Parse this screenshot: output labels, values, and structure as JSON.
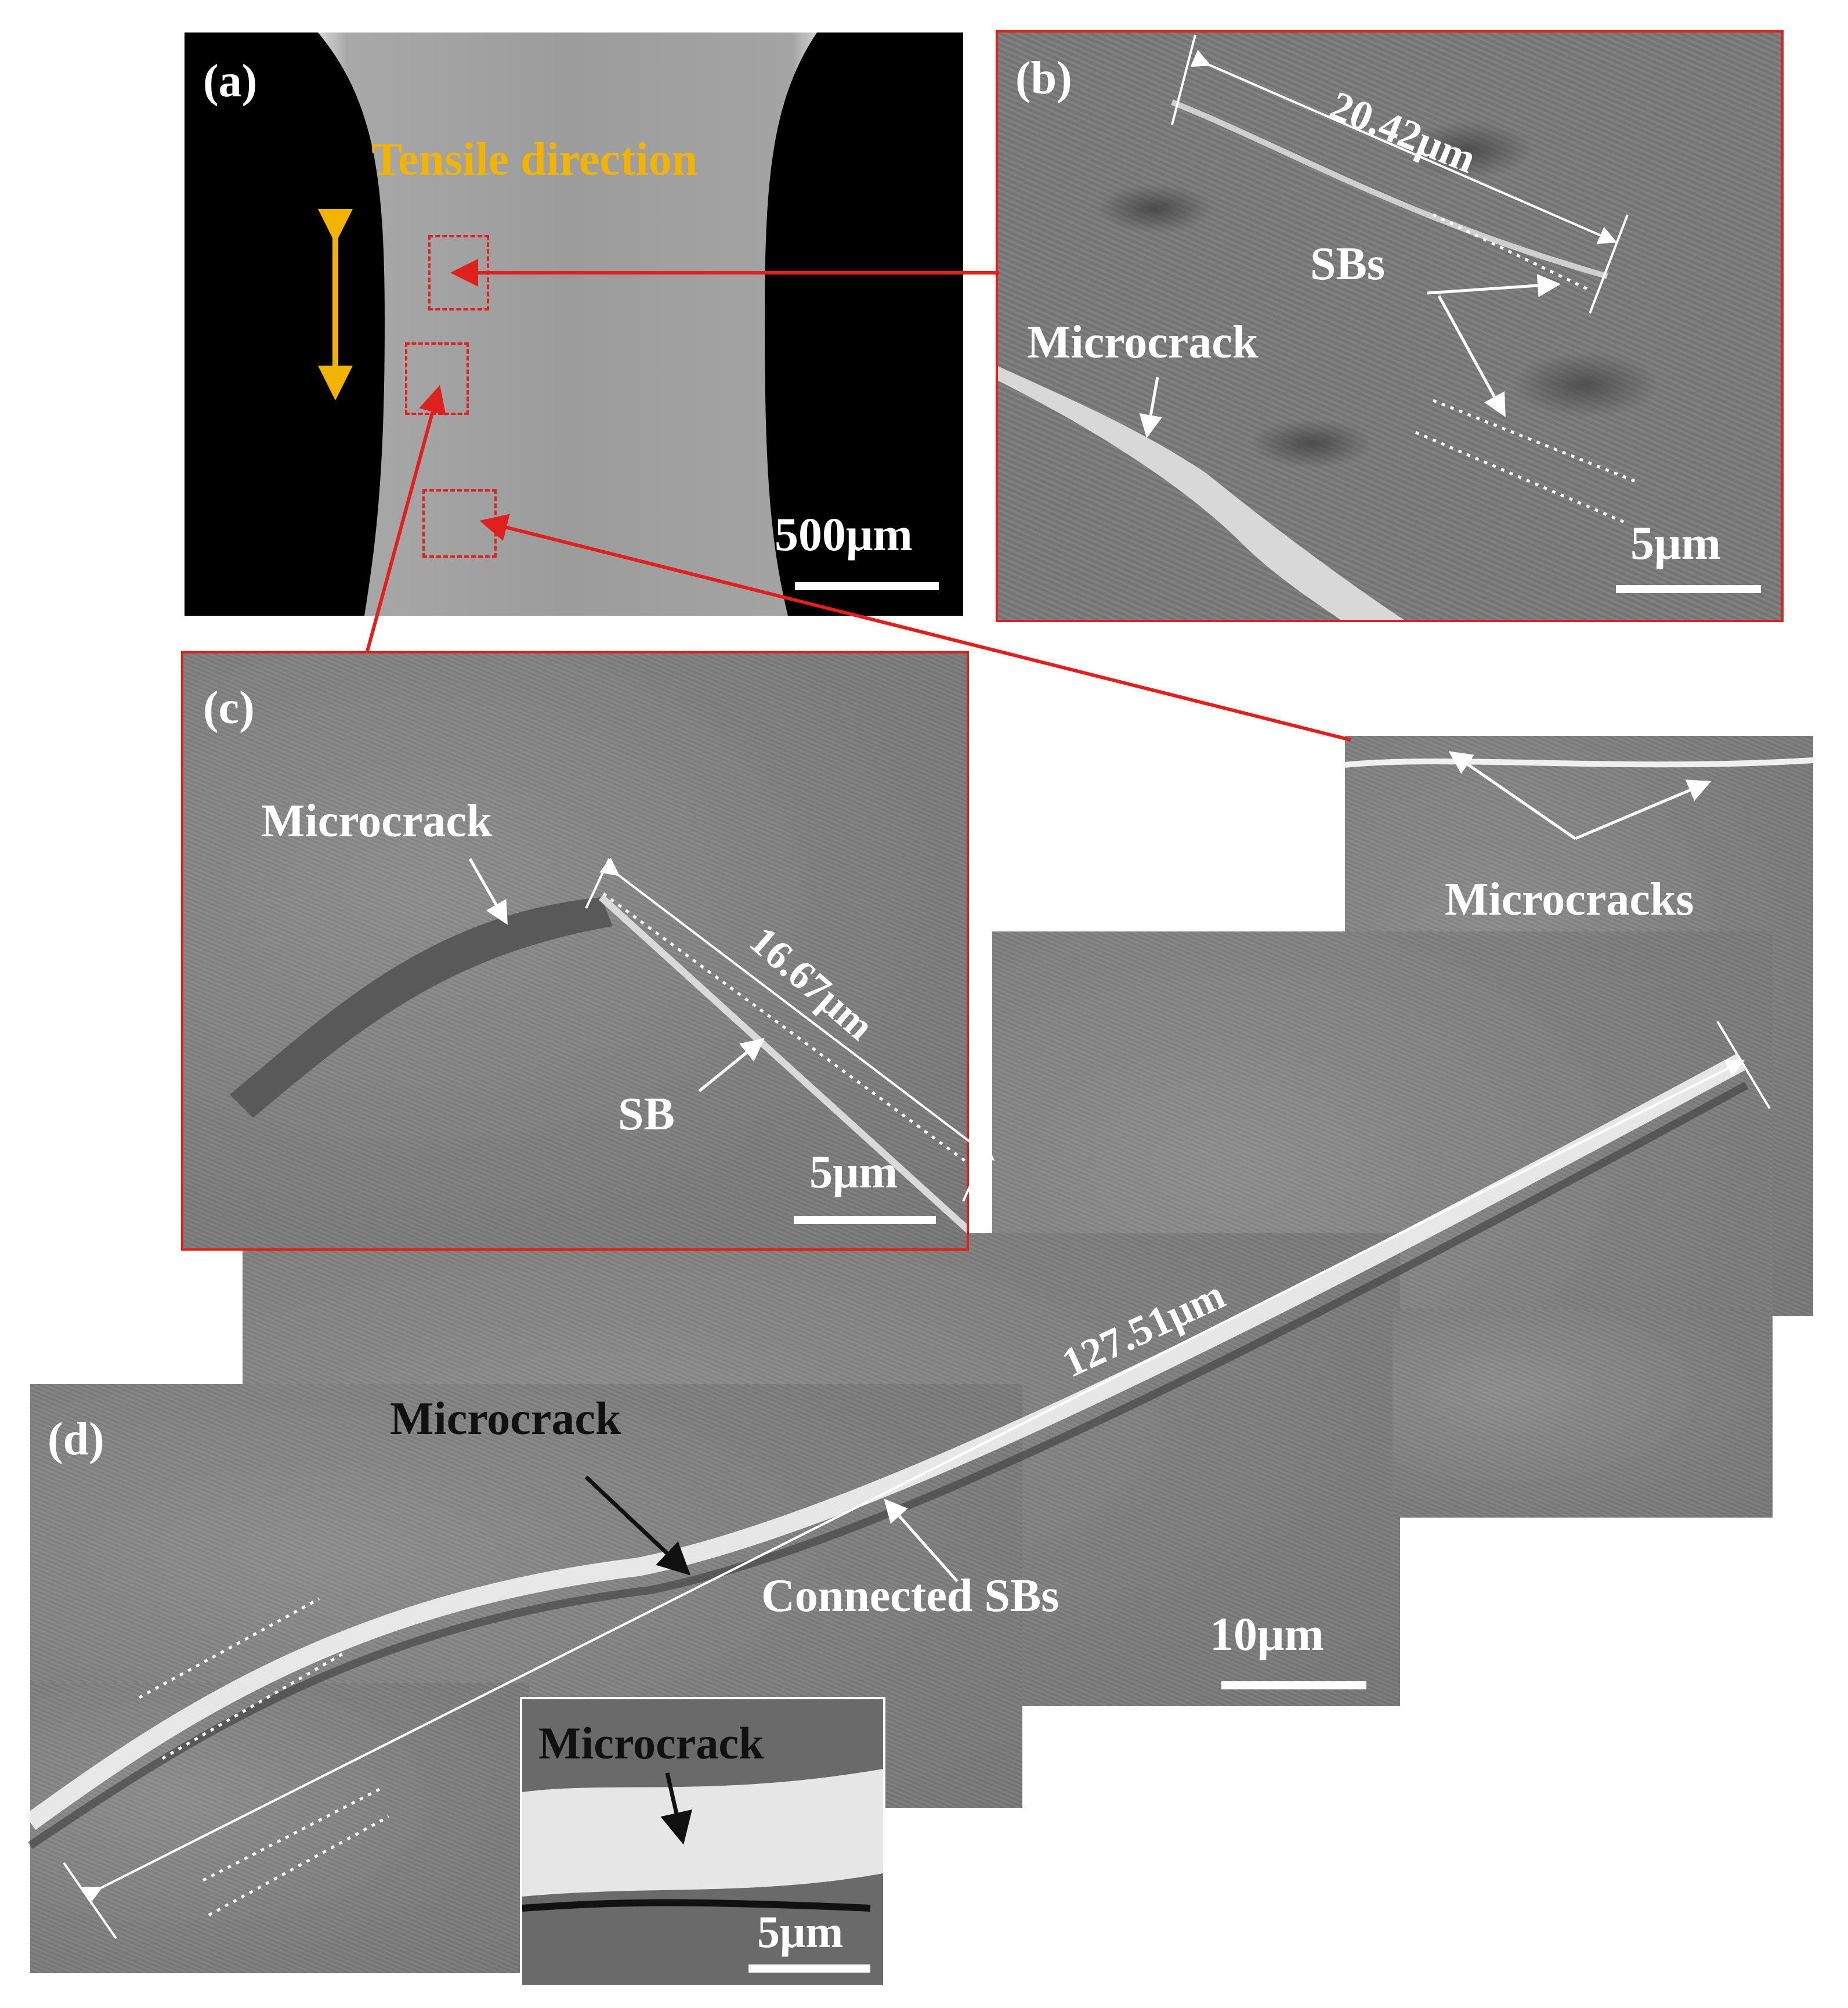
{
  "panel_a": {
    "label": "(a)",
    "direction_text": "Tensile direction",
    "scale_text": "500μm",
    "direction_arrow_color": "#f2b400",
    "marker_color": "#e0201c"
  },
  "panel_b": {
    "label": "(b)",
    "measure_text": "20.42μm",
    "sbs_text": "SBs",
    "microcrack_text": "Microcrack",
    "scale_text": "5μm"
  },
  "panel_c": {
    "label": "(c)",
    "microcrack_text": "Microcrack",
    "measure_text": "16.67μm",
    "sb_text": "SB",
    "scale_text": "5μm"
  },
  "panel_d": {
    "label": "(d)",
    "microcracks_text": "Microcracks",
    "measure_text": "127.51μm",
    "microcrack_text": "Microcrack",
    "connected_text": "Connected SBs",
    "scale_text": "10μm",
    "inset_microcrack_text": "Microcrack",
    "inset_scale_text": "5μm"
  }
}
